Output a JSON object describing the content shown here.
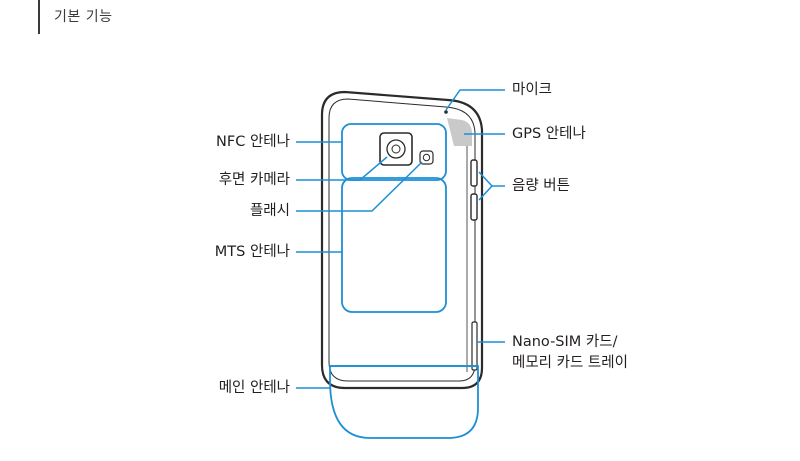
{
  "header": {
    "title": "기본 기능"
  },
  "labels": {
    "mic": "마이크",
    "gps_antenna": "GPS 안테나",
    "volume_button": "음량 버튼",
    "nfc_antenna": "NFC 안테나",
    "rear_camera": "후면 카메라",
    "flash": "플래시",
    "mts_antenna": "MTS 안테나",
    "sim_tray_line1": "Nano-SIM 카드/",
    "sim_tray_line2": "메모리 카드 트레이",
    "main_antenna": "메인 안테나"
  },
  "colors": {
    "callout": "#1d8fd6",
    "outline": "#2b2b2b",
    "gps_highlight": "#c9c9c9"
  }
}
